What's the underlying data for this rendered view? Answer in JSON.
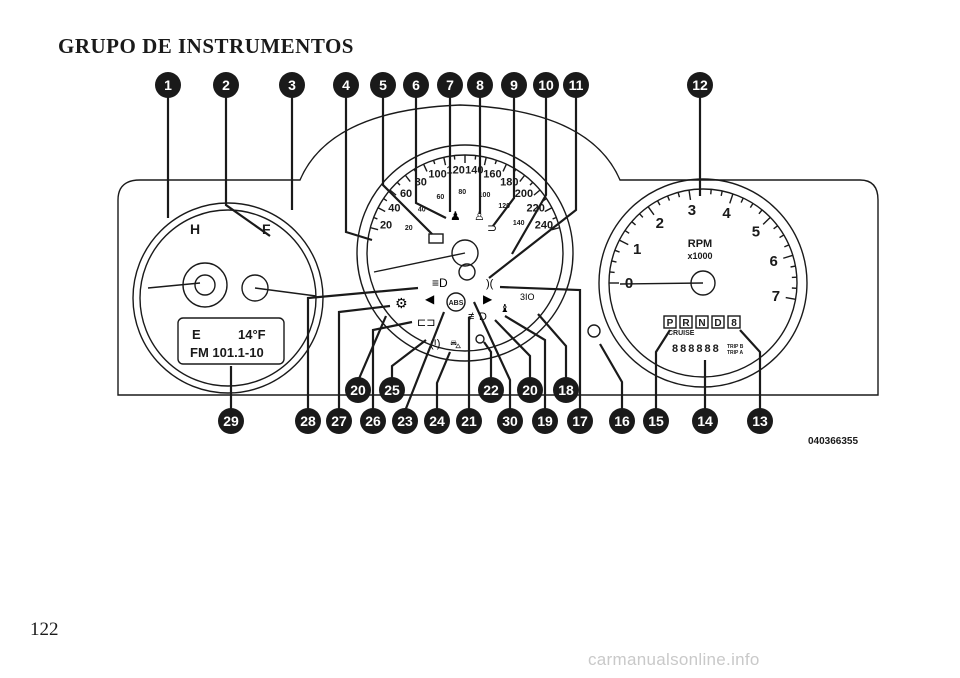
{
  "page": {
    "heading": "GRUPO DE INSTRUMENTOS",
    "page_number": "122",
    "watermark": "carmanualsonline.info",
    "figure_code": "040366355"
  },
  "callouts": {
    "top": [
      "1",
      "2",
      "3",
      "4",
      "5",
      "6",
      "7",
      "8",
      "9",
      "10",
      "11",
      "12"
    ],
    "middle": [
      "20",
      "25",
      "22",
      "20",
      "18"
    ],
    "bottom": [
      "29",
      "28",
      "27",
      "26",
      "23",
      "24",
      "21",
      "30",
      "19",
      "17",
      "16",
      "15",
      "14",
      "13"
    ]
  },
  "gauges": {
    "temp_hot": "H",
    "fuel_full": "F",
    "speedo_outer": [
      "20",
      "40",
      "60",
      "80",
      "100",
      "120",
      "140",
      "160",
      "180",
      "200",
      "220",
      "240"
    ],
    "speedo_inner": [
      "20",
      "40",
      "60",
      "80",
      "100",
      "120",
      "140"
    ],
    "tach_numbers": [
      "0",
      "1",
      "2",
      "3",
      "4",
      "5",
      "6",
      "7"
    ],
    "tach_unit": "RPM",
    "tach_multiplier": "x1000",
    "gear_letters": [
      "P",
      "R",
      "N",
      "D",
      "8"
    ],
    "cruise": "CRUISE",
    "odometer": "888888",
    "trip_a": "TRIP A",
    "trip_b": "TRIP B",
    "abs": "ABS"
  },
  "display": {
    "compass": "E",
    "temperature": "14°F",
    "radio": "FM  101.1-10"
  }
}
